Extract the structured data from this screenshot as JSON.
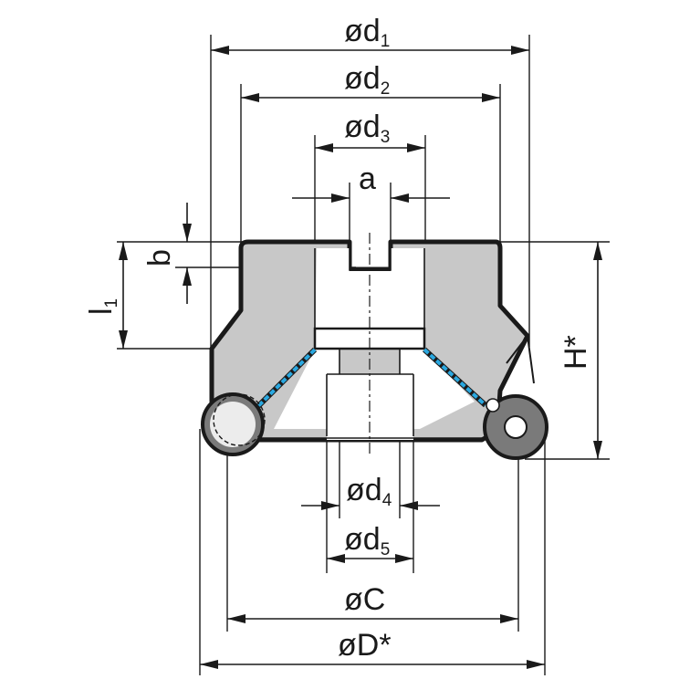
{
  "labels": {
    "d1": {
      "main": "ød",
      "sub": "1"
    },
    "d2": {
      "main": "ød",
      "sub": "2"
    },
    "d3": {
      "main": "ød",
      "sub": "3"
    },
    "a": "a",
    "b": "b",
    "l1": {
      "main": "l",
      "sub": "1"
    },
    "h": "H*",
    "d4": {
      "main": "ød",
      "sub": "4"
    },
    "d5": {
      "main": "ød",
      "sub": "5"
    },
    "c": "øC",
    "d": "øD*"
  },
  "colors": {
    "body_fill": "#c8c8c8",
    "outline": "#1a1a1a",
    "coolant": "#2aa8e0",
    "insert": "#7a7a7a"
  }
}
